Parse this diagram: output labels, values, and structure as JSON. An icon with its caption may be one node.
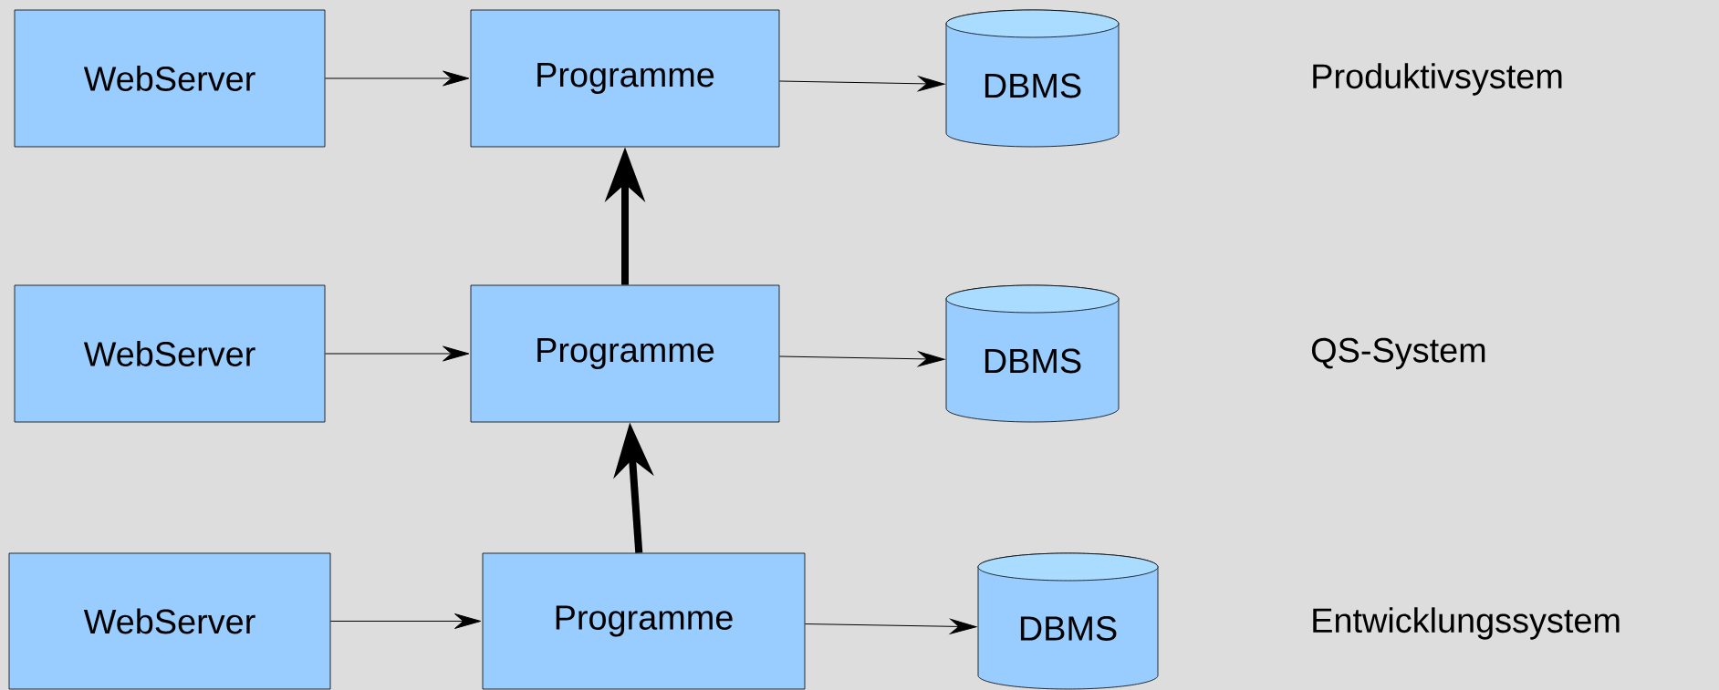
{
  "diagram": {
    "nodes": [
      {
        "text": [
          "WebServer"
        ]
      },
      {
        "text": [
          "Programme"
        ]
      },
      {
        "text": [
          "DBMS"
        ]
      },
      {
        "text": [
          "WebServer"
        ]
      },
      {
        "text": [
          "Programme"
        ]
      },
      {
        "text": [
          "DBMS"
        ]
      },
      {
        "text": [
          "WebServer"
        ]
      },
      {
        "text": [
          "Programme"
        ]
      },
      {
        "text": [
          "DBMS"
        ]
      }
    ],
    "edges": [
      {
        "from": 0,
        "to": 1,
        "arrow": "to"
      },
      {
        "from": 1,
        "to": 2,
        "arrow": "to"
      },
      {
        "from": 3,
        "to": 4,
        "arrow": "to"
      },
      {
        "from": 4,
        "to": 5,
        "arrow": "to"
      },
      {
        "from": 6,
        "to": 7,
        "arrow": "to"
      },
      {
        "from": 7,
        "to": 8,
        "arrow": "to"
      },
      {
        "from": 7,
        "to": 4,
        "arrow": "to",
        "style": "thick"
      },
      {
        "from": 4,
        "to": 1,
        "arrow": "to",
        "style": "thick"
      }
    ],
    "labels": [
      "Produktivsystem",
      "QS-System",
      "Entwicklungssystem"
    ]
  }
}
